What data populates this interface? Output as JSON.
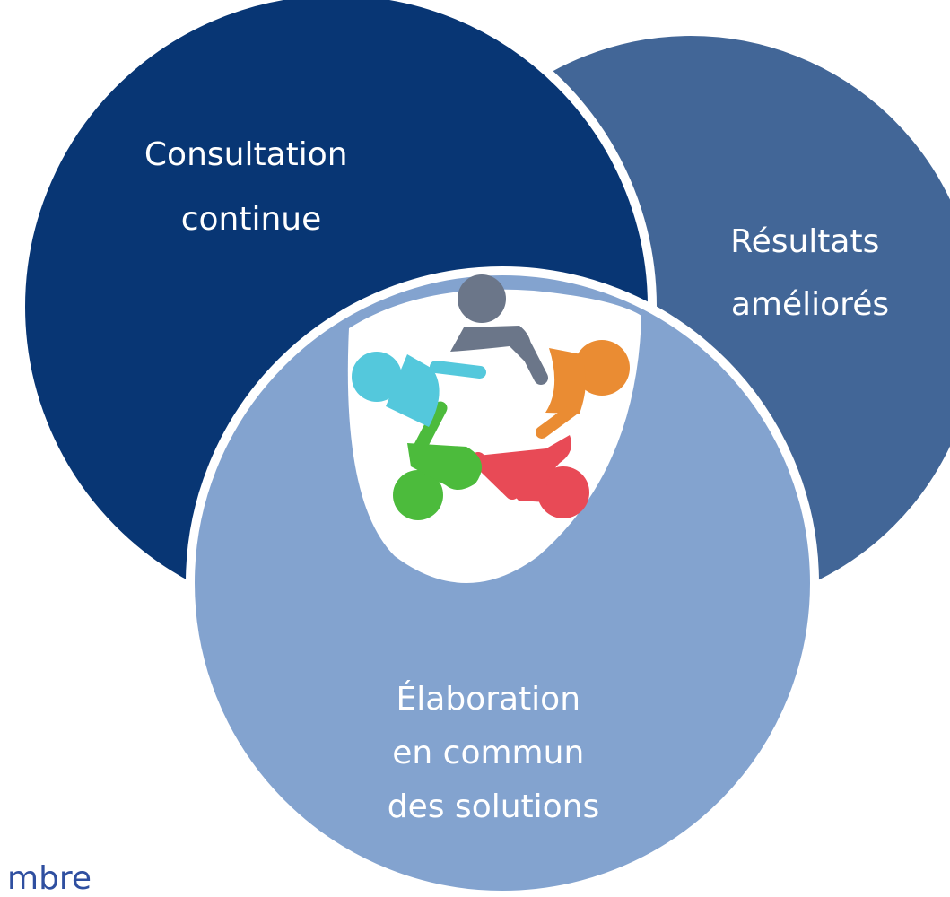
{
  "colors": {
    "background": "#ffffff",
    "circle_dark": "#083674",
    "circle_mid": "#426697",
    "circle_light": "#83a3cf",
    "center": "#ffffff",
    "label_light": "#ffffff",
    "footer_text": "#2f4fa0",
    "person_gray": "#6b7689",
    "person_orange": "#ea8c33",
    "person_red": "#e84a56",
    "person_green": "#4cbb3c",
    "person_cyan": "#54c8dc"
  },
  "diagram": {
    "circles": [
      {
        "name": "circle-consultation",
        "lines": [
          "Consultation",
          "continue"
        ],
        "color_key": "circle_dark"
      },
      {
        "name": "circle-resultats",
        "lines": [
          "Résultats",
          "améliorés"
        ],
        "color_key": "circle_mid"
      },
      {
        "name": "circle-elaboration",
        "lines": [
          "Élaboration",
          "en commun",
          "des solutions"
        ],
        "color_key": "circle_light"
      }
    ],
    "center_icon": "teamwork-people-circle-icon"
  },
  "footer": {
    "cut_text": "mbre"
  }
}
